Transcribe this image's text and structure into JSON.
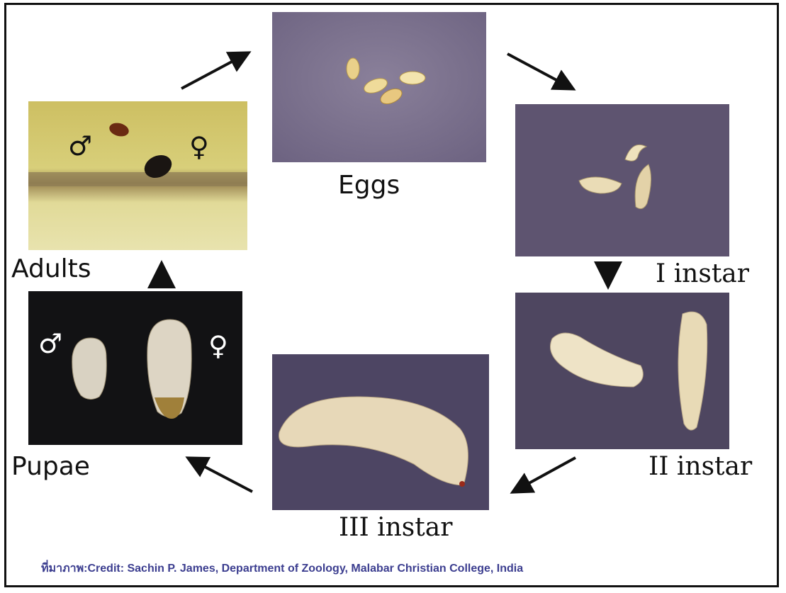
{
  "stages": {
    "eggs": "Eggs",
    "instar1": "I instar",
    "instar2": "II instar",
    "instar3": "III instar",
    "pupae": "Pupae",
    "adults": "Adults"
  },
  "symbols": {
    "male": "♂",
    "female": "♀"
  },
  "credit": "ที่มาภาพ:Credit: Sachin P. James, Department of Zoology, Malabar Christian College, India",
  "colors": {
    "background_photo": "#5a5068",
    "credit_text": "#3b3d8f",
    "adult_bark": "#d8cf7a"
  }
}
